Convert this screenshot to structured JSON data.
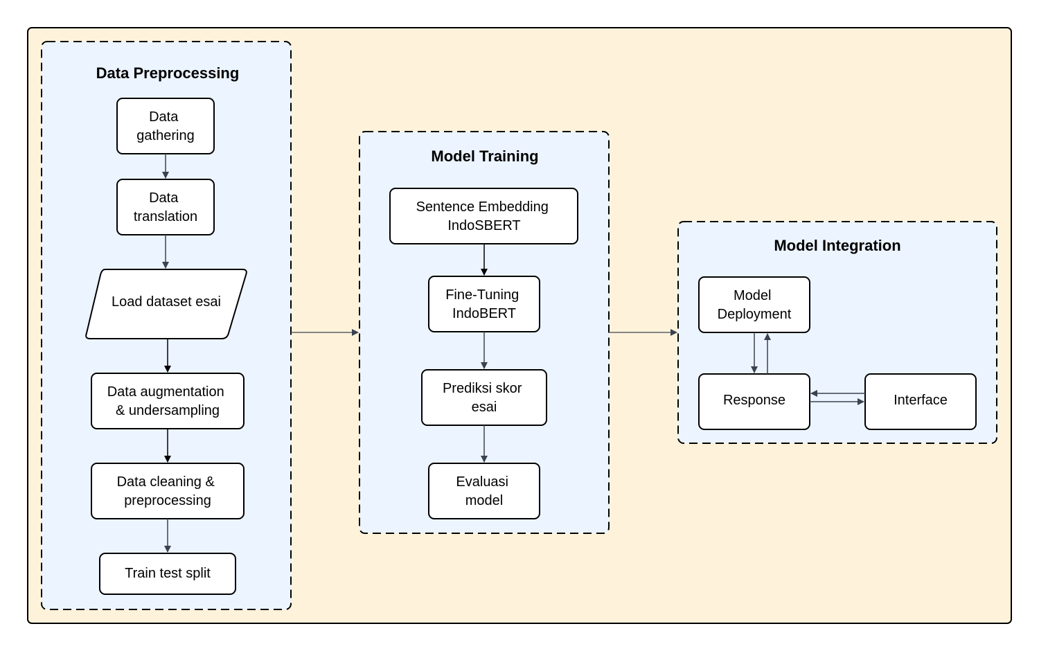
{
  "colors": {
    "canvas_fill": "#fef3da",
    "group_fill": "#ecf4ff",
    "node_fill": "#ffffff",
    "stroke": "#000000",
    "arrow": "#3a4250"
  },
  "groups": {
    "preprocessing": {
      "title": "Data Preprocessing",
      "nodes": {
        "gathering": [
          "Data",
          "gathering"
        ],
        "translation": [
          "Data",
          "translation"
        ],
        "load": [
          "Load dataset esai"
        ],
        "augmentation": [
          "Data augmentation",
          "& undersampling"
        ],
        "cleaning": [
          "Data cleaning &",
          "preprocessing"
        ],
        "split": [
          "Train test split"
        ]
      }
    },
    "training": {
      "title": "Model Training",
      "nodes": {
        "embedding": [
          "Sentence Embedding",
          "IndoSBERT"
        ],
        "finetuning": [
          "Fine-Tuning",
          "IndoBERT"
        ],
        "prediksi": [
          "Prediksi skor",
          "esai"
        ],
        "evaluasi": [
          "Evaluasi",
          "model"
        ]
      }
    },
    "integration": {
      "title": "Model Integration",
      "nodes": {
        "deployment": [
          "Model",
          "Deployment"
        ],
        "response": [
          "Response"
        ],
        "interface": [
          "Interface"
        ]
      }
    }
  }
}
